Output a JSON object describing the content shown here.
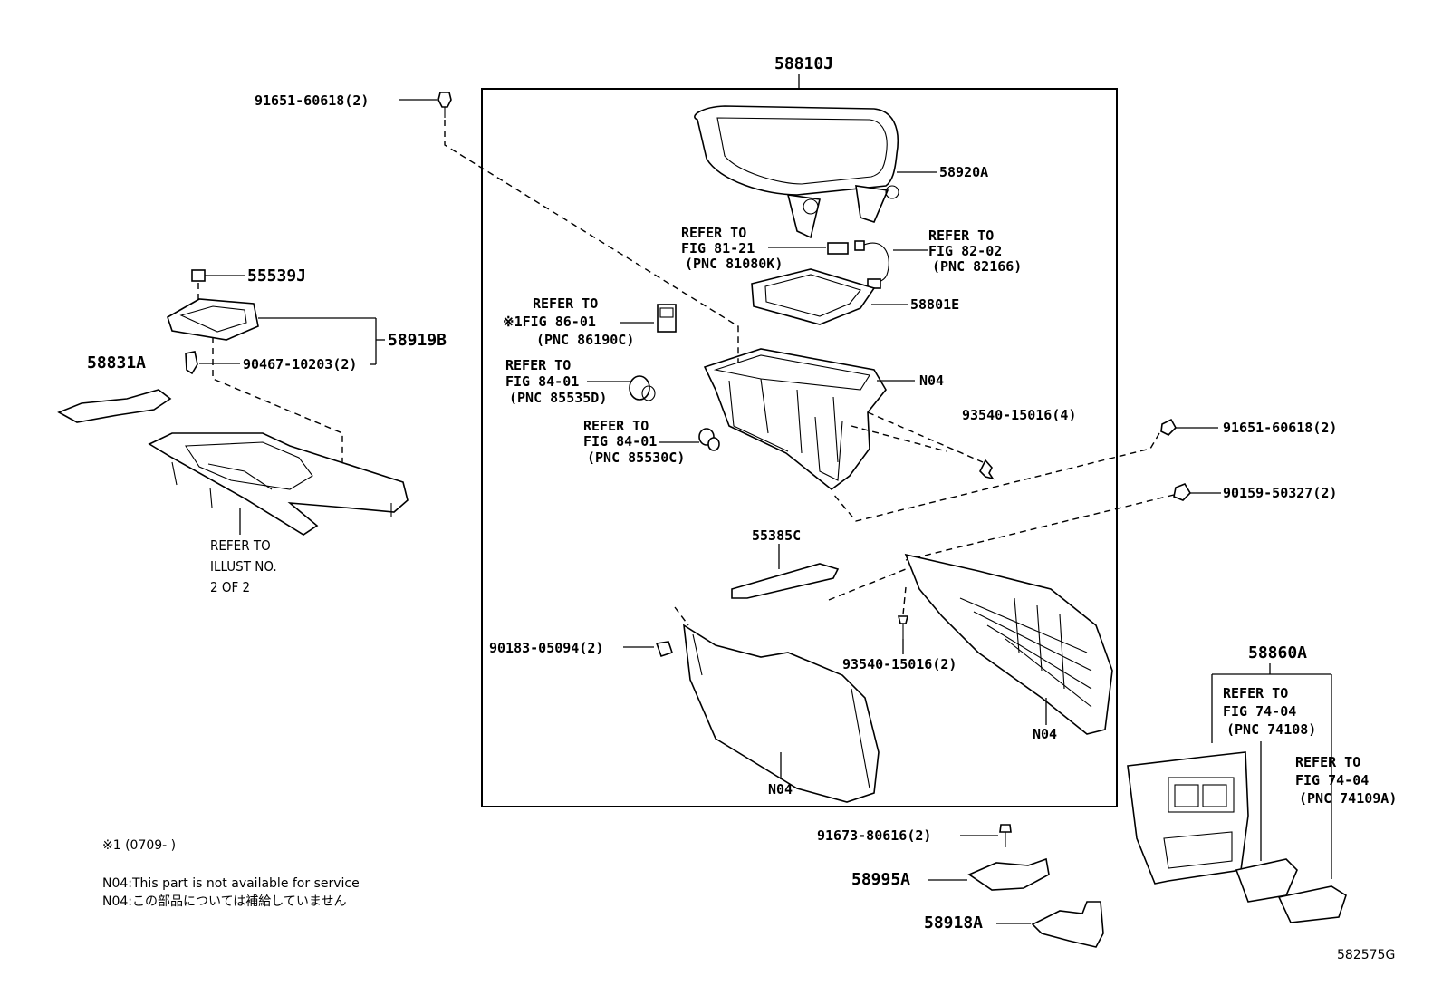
{
  "diagram": {
    "assembly_label": "58810J",
    "figure_code": "582575G",
    "parts": {
      "armrest_lid": "58920A",
      "inner_tray": "58801E",
      "box_body": "N04",
      "front_bolt": "91651-60618(2)",
      "right_bolt": "91651-60618(2)",
      "right_screw": "90159-50327(2)",
      "screw_4": "93540-15016(4)",
      "screw_2": "93540-15016(2)",
      "nut_clip": "90183-05094(2)",
      "bracket_55385c": "55385C",
      "side_left": "N04",
      "side_right": "N04",
      "plug": "55539J",
      "panel_58919b": "58919B",
      "clip_90467": "90467-10203(2)",
      "trim_58831a": "58831A",
      "rear_panel": "58860A",
      "bolt_91673": "91673-80616(2)",
      "bracket_58995a": "58995A",
      "bracket_58918a": "58918A"
    },
    "refers": {
      "fig_81_21": [
        "REFER TO",
        "FIG 81-21",
        "(PNC 81080K)"
      ],
      "fig_82_02": [
        "REFER TO",
        "FIG 82-02",
        "(PNC 82166)"
      ],
      "fig_86_01": [
        "REFER TO",
        "※1FIG 86-01",
        "(PNC 86190C)"
      ],
      "fig_84_01_a": [
        "REFER TO",
        "FIG 84-01",
        "(PNC 85535D)"
      ],
      "fig_84_01_b": [
        "REFER TO",
        "FIG 84-01",
        "(PNC 85530C)"
      ],
      "fig_74_04_a": [
        "REFER TO",
        "FIG 74-04",
        "(PNC 74108)"
      ],
      "fig_74_04_b": [
        "REFER TO",
        "FIG 74-04",
        "(PNC 74109A)"
      ],
      "illust": [
        "REFER TO",
        "ILLUST NO.",
        "2 OF 2"
      ]
    },
    "notes": {
      "footnote_1": "※1 (0709-     )",
      "n04_en": "N04:This part is not available for service",
      "n04_jp": "N04:この部品については補給していません"
    }
  }
}
